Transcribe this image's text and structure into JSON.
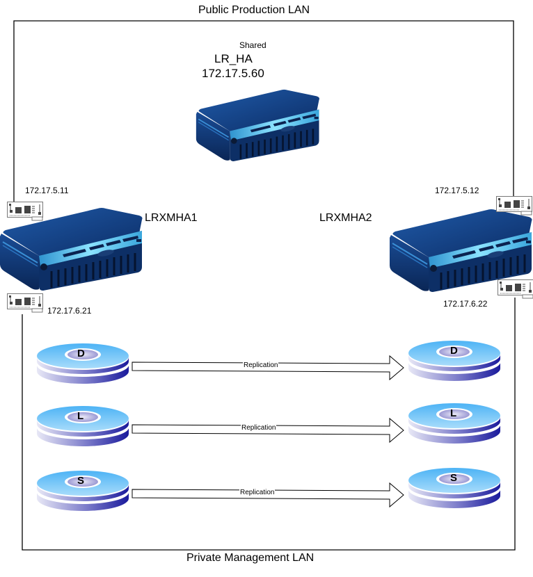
{
  "networks": {
    "public": {
      "label": "Public Production LAN"
    },
    "private": {
      "label": "Private Management LAN"
    }
  },
  "shared": {
    "caption": "Shared",
    "name": "LR_HA",
    "ip": "172.17.5.60"
  },
  "nodes": [
    {
      "name": "LRXMHA1",
      "public_ip": "172.17.5.11",
      "private_ip": "172.17.6.21"
    },
    {
      "name": "LRXMHA2",
      "public_ip": "172.17.5.12",
      "private_ip": "172.17.6.22"
    }
  ],
  "volumes": [
    {
      "letter": "D",
      "link_label": "Replication"
    },
    {
      "letter": "L",
      "link_label": "Replication"
    },
    {
      "letter": "S",
      "link_label": "Replication"
    }
  ],
  "colors": {
    "line": "#000000",
    "server_dark": "#0b2a5c",
    "server_mid": "#17498f",
    "server_light": "#4fc3ef",
    "disk_top": "#5bbcf5",
    "disk_side_dark": "#1c1ca0"
  }
}
